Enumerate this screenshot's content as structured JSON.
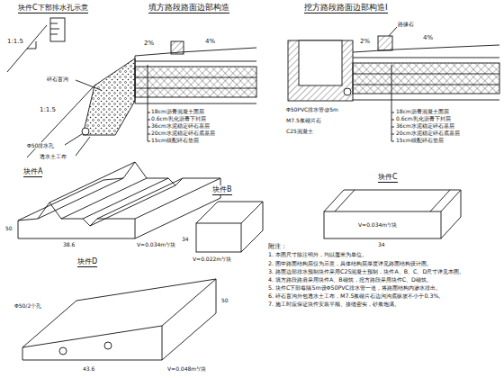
{
  "diagram": {
    "labels": [
      "块件C下部排水孔示意",
      "1:1.5",
      "1:1.5",
      "填方路段路面边部构造",
      "4%",
      "2%",
      "Φ50排水孔",
      "碎石盲沟",
      "透水土工布",
      "18cm沥青混凝土面层",
      "0.6cm乳化沥青下封层",
      "36cm水泥稳定碎石基层",
      "20cm水泥稳定碎石底基层",
      "15cm级配碎石垫层",
      "挖方路段路面边部构造Ⅰ",
      "4%",
      "2%",
      "路缘石",
      "Φ50PVC排水管@5m",
      "C25混凝土",
      "M7.5浆砌片石",
      "18cm沥青混凝土面层",
      "0.6cm乳化沥青下封层",
      "36cm水泥稳定碎石基层",
      "20cm水泥稳定碎石底基层",
      "15cm级配碎石垫层",
      "块件A",
      "V=0.034m³/块",
      "50",
      "38.6",
      "块件B",
      "V=0.022m³/块",
      "34",
      "块件C",
      "V=0.034m³/块",
      "34",
      "块件D",
      "V=0.048m³/块",
      "Φ50/2个孔",
      "43.6",
      "50",
      "附注：",
      "1. 本图尺寸除注明外，均以厘米为单位。",
      "2. 图中路面结构层仅为示意，具体结构层厚度详见路面结构设计图。",
      "3. 路面边部排水预制块件采用C25混凝土预制，块件A、B、C、D尺寸详见本图。",
      "4. 填方路段路肩采用块件A、B砌筑，挖方路段采用块件C、D砌筑。",
      "5. 块件C下部每隔5m设Φ50PVC排水管一道，将路面结构内渗水排出。",
      "6. 碎石盲沟外包透水土工布，M7.5浆砌片石边沟沟底纵坡不小于0.3%。",
      "7. 施工时应保证块件安装平顺、接缝密实，砂浆饱满。"
    ]
  }
}
